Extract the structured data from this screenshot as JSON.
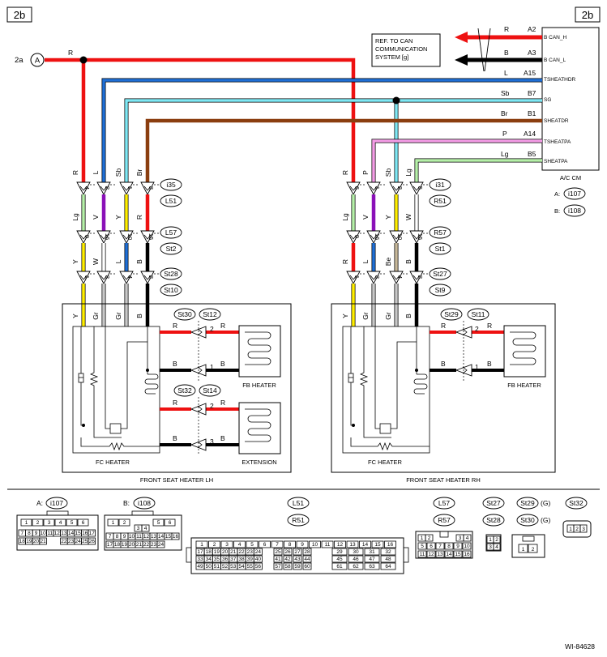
{
  "page": {
    "section_left": "2b",
    "section_right": "2b",
    "figure_id": "WI-84628"
  },
  "source": {
    "ref": "2a",
    "letter": "A",
    "wire": "R"
  },
  "can_note": [
    "REF. TO CAN",
    "COMMUNICATION",
    "SYSTEM [g]"
  ],
  "acm": {
    "name": "A/C CM",
    "pins": [
      {
        "color": "R",
        "pin": "A2",
        "signal": "B CAN_H"
      },
      {
        "color": "B",
        "pin": "A3",
        "signal": "B CAN_L"
      },
      {
        "color": "L",
        "pin": "A15",
        "signal": "TSHEATHDR"
      },
      {
        "color": "Sb",
        "pin": "B7",
        "signal": "SG"
      },
      {
        "color": "Br",
        "pin": "B1",
        "signal": "SHEATDR"
      },
      {
        "color": "P",
        "pin": "A14",
        "signal": "TSHEATPA"
      },
      {
        "color": "Lg",
        "pin": "B5",
        "signal": "SHEATPA"
      }
    ],
    "conn_a_prefix": "A:",
    "conn_a": "i107",
    "conn_b_prefix": "B:",
    "conn_b": "i108"
  },
  "lh": {
    "top_wires": [
      "R",
      "L",
      "Sb",
      "Br"
    ],
    "c1_pins": [
      "4",
      "2",
      "1",
      "3"
    ],
    "c1_labels": [
      "i35",
      "L51"
    ],
    "mid_wires": [
      "Lg",
      "V",
      "Y",
      "R"
    ],
    "c2_pins": [
      "9",
      "16",
      "10",
      "15"
    ],
    "c2_labels": [
      "L57",
      "St2"
    ],
    "low_wires": [
      "Y",
      "W",
      "L",
      "B"
    ],
    "c3_pins": [
      "1",
      "3",
      "4",
      "2"
    ],
    "c3_labels": [
      "St28",
      "St10"
    ],
    "inner_wires": [
      "Y",
      "Gr",
      "Gr",
      "B"
    ],
    "conn_labels_a": [
      "St30",
      "St12"
    ],
    "conn_labels_b": [
      "St32",
      "St14"
    ],
    "pins_fb": [
      "2",
      "1"
    ],
    "pins_ext": [
      "2",
      "3"
    ],
    "wire_r": "R",
    "wire_b": "B",
    "fb_heater": "FB HEATER",
    "extension": "EXTENSION",
    "fc_heater": "FC HEATER",
    "caption": "FRONT SEAT HEATER LH"
  },
  "rh": {
    "top_wires": [
      "R",
      "P",
      "Sb",
      "Lg"
    ],
    "c1_pins": [
      "6",
      "1",
      "2",
      "5"
    ],
    "c1_labels": [
      "i31",
      "R51"
    ],
    "mid_wires": [
      "Lg",
      "V",
      "Y",
      "W"
    ],
    "c2_pins": [
      "9",
      "16",
      "10",
      "15"
    ],
    "c2_labels": [
      "R57",
      "St1"
    ],
    "low_wires": [
      "R",
      "L",
      "Be",
      "B"
    ],
    "c3_pins": [
      "1",
      "3",
      "4",
      "2"
    ],
    "c3_labels": [
      "St27",
      "St9"
    ],
    "inner_wires": [
      "Y",
      "Gr",
      "Gr",
      "B"
    ],
    "conn_labels_a": [
      "St29",
      "St11"
    ],
    "pins_fb": [
      "2",
      "1"
    ],
    "wire_r": "R",
    "wire_b": "B",
    "fb_heater": "FB HEATER",
    "fc_heater": "FC HEATER",
    "caption": "FRONT SEAT HEATER RH"
  },
  "legend": {
    "i107_prefix": "A:",
    "i107": "i107",
    "i107_rows": [
      [
        "1",
        "2",
        "3",
        "4",
        "5",
        "6"
      ],
      [
        "7",
        "8",
        "9",
        "10",
        "11",
        "12",
        "13",
        "14",
        "15",
        "16",
        "17"
      ],
      [
        "18",
        "19",
        "20",
        "21",
        "",
        "",
        "22",
        "23",
        "24",
        "25",
        "26"
      ]
    ],
    "i108_prefix": "B:",
    "i108": "i108",
    "i108_rows": [
      [
        "1",
        "2",
        "",
        "",
        "5",
        "6"
      ],
      [
        "3",
        "4"
      ],
      [
        "7",
        "8",
        "9",
        "10",
        "11",
        "12",
        "13",
        "14",
        "15",
        "16"
      ],
      [
        "17",
        "18",
        "19",
        "20",
        "21",
        "22",
        "23",
        "24"
      ]
    ],
    "l51": "L51",
    "r51": "R51",
    "lr51_rows": [
      [
        "1",
        "2",
        "3",
        "4",
        "5",
        "6",
        "7",
        "8",
        "9",
        "10",
        "11",
        "12",
        "13",
        "14",
        "15",
        "16"
      ],
      [
        "17",
        "18",
        "19",
        "20",
        "21",
        "22",
        "23",
        "24",
        "25",
        "26",
        "27",
        "28",
        "29",
        "30",
        "31",
        "32"
      ],
      [
        "33",
        "34",
        "35",
        "36",
        "37",
        "38",
        "39",
        "40",
        "41",
        "42",
        "43",
        "44",
        "45",
        "46",
        "47",
        "48"
      ],
      [
        "49",
        "50",
        "51",
        "52",
        "53",
        "54",
        "55",
        "56",
        "57",
        "58",
        "59",
        "60",
        "61",
        "62",
        "63",
        "64"
      ]
    ],
    "l57": "L57",
    "r57": "R57",
    "lr57_rows": [
      [
        "1",
        "2",
        "3",
        "4"
      ],
      [
        "5",
        "6",
        "7",
        "8",
        "9",
        "10"
      ],
      [
        "11",
        "12",
        "13",
        "14",
        "15",
        "16"
      ]
    ],
    "st27": "St27",
    "st28": "St28",
    "st2728_pins": [
      "1",
      "2",
      "3",
      "4"
    ],
    "st29": "St29",
    "st30": "St30",
    "g1": "(G)",
    "g2": "(G)",
    "st2930_pins": [
      "1",
      "2"
    ],
    "st32": "St32",
    "st32_pins": [
      "1",
      "2",
      "3"
    ]
  },
  "colors": {
    "red": "#ee1111",
    "blue": "#1f6fd6",
    "cyan": "#7fe8f4",
    "brown": "#8b3e10",
    "pink": "#f49de6",
    "lightgreen": "#b6f0a9",
    "violet": "#8a10b8",
    "yellow": "#ffee00",
    "gray": "#c8c8c8",
    "beige": "#c8b99a",
    "black": "#000000",
    "white": "#ffffff"
  }
}
